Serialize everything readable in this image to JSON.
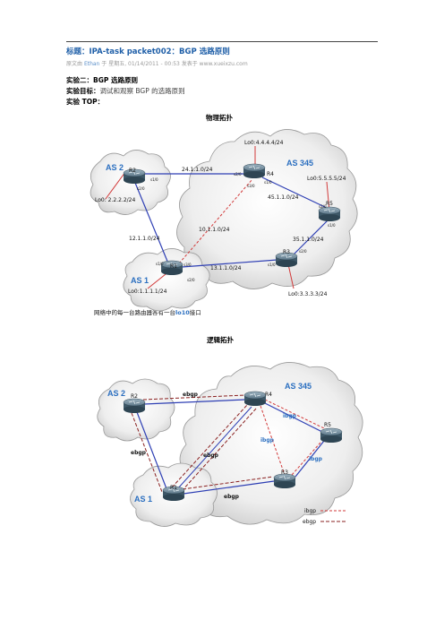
{
  "header": {
    "title": "标题：IPA-task packet002：BGP 选路原则",
    "meta_prefix": "原文由",
    "meta_author": "Ethan",
    "meta_suffix": "于 星期五, 01/14/2011 - 00:53 发表于 www.xueixzu.com"
  },
  "body": {
    "experiment_title": "实验二：BGP 选路原则",
    "goal_label": "实验目标：",
    "goal_text": "调试和观察 BGP 的选路原则",
    "top_label": "实验 TOP："
  },
  "physical": {
    "caption": "物理拓扑",
    "as_labels": [
      "AS 2",
      "AS 345",
      "AS 1"
    ],
    "routers": [
      "R2",
      "R4",
      "R5",
      "R1",
      "R3"
    ],
    "loopbacks": [
      "Lo0:4.4.4.4/24",
      "Lo0: 2.2.2.2/24",
      "Lo0:5.5.5.5/24",
      "Lo0:1.1.1.1/24",
      "Lo0:3.3.3.3/24"
    ],
    "networks": [
      "24.1.1.0/24",
      "45.1.1.0/24",
      "10.1.1.0/24",
      "12.1.1.0/24",
      "35.1.1.0/24",
      "13.1.1.0/24"
    ],
    "interfaces": [
      "s1/0",
      "s2/0",
      "s2/0",
      "s1/0",
      "s3/0",
      "s2/0",
      "s1/0",
      "s1/0",
      "s3/0",
      "s2/0",
      "s1/0",
      "s2/0"
    ],
    "note_prefix": "网络中的每一台路由器各有一台",
    "note_highlight": "lo10",
    "note_suffix": "接口"
  },
  "logical": {
    "caption": "逻辑拓扑",
    "as_labels": [
      "AS 2",
      "AS 345",
      "AS 1"
    ],
    "routers": [
      "R2",
      "R4",
      "R5",
      "R1",
      "R3"
    ],
    "session_labels": [
      "ebgp",
      "ibgp",
      "ibgp",
      "ibgp",
      "ebgp",
      "ebgp",
      "ebgp"
    ],
    "legend": [
      "ibgp",
      "ebgp"
    ]
  },
  "colors": {
    "title_blue": "#1f5fa8",
    "as_blue": "#2b6fc0",
    "link_blue": "#2e3fb4",
    "link_red": "#d23a3a",
    "ibgp_red": "#d23a3a",
    "ebgp_dark": "#8a2020"
  }
}
